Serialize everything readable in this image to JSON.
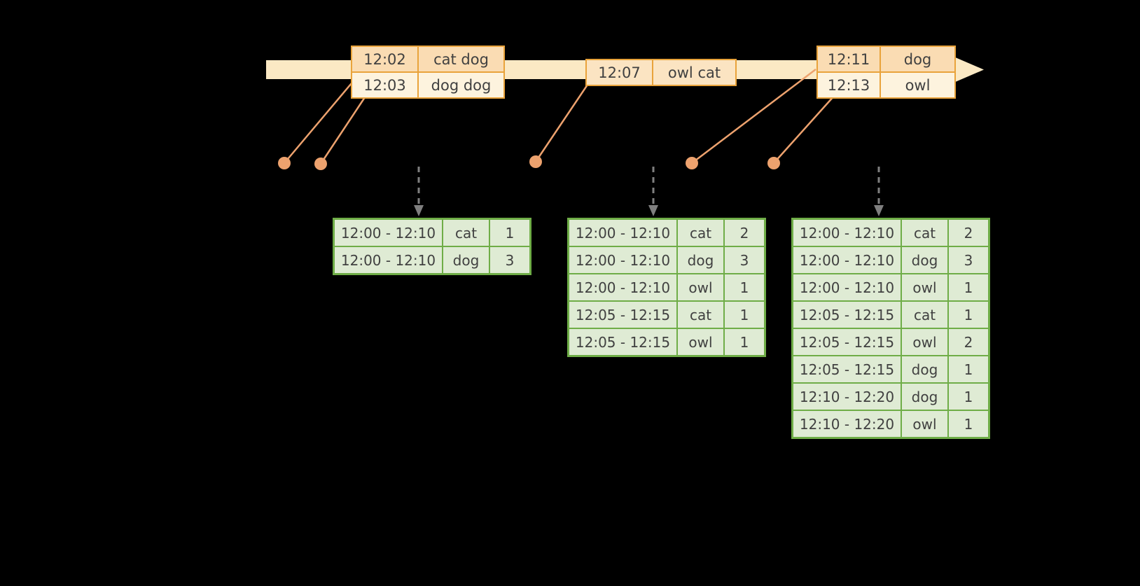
{
  "colors": {
    "background": "#000000",
    "timeline-fill": "#FBE9C4",
    "event-border": "#E9A33B",
    "event-fill-strong": "#FADCB3",
    "event-fill-medium": "#FBE4C2",
    "event-fill-light": "#FDF3DE",
    "connector": "#EDA26E",
    "dashed-arrow": "#7F7F7F",
    "result-border": "#6FAD47",
    "result-fill": "#DFEBD4",
    "text": "#404040"
  },
  "timeline": {
    "event_groups": [
      {
        "rows": [
          {
            "time": "12:02",
            "words": "cat dog"
          },
          {
            "time": "12:03",
            "words": "dog dog"
          }
        ]
      },
      {
        "rows": [
          {
            "time": "12:07",
            "words": "owl cat"
          }
        ]
      },
      {
        "rows": [
          {
            "time": "12:11",
            "words": "dog"
          },
          {
            "time": "12:13",
            "words": "owl"
          }
        ]
      }
    ]
  },
  "result_tables": [
    {
      "rows": [
        {
          "window": "12:00 - 12:10",
          "word": "cat",
          "count": "1"
        },
        {
          "window": "12:00 - 12:10",
          "word": "dog",
          "count": "3"
        }
      ]
    },
    {
      "rows": [
        {
          "window": "12:00 - 12:10",
          "word": "cat",
          "count": "2"
        },
        {
          "window": "12:00 - 12:10",
          "word": "dog",
          "count": "3"
        },
        {
          "window": "12:00 - 12:10",
          "word": "owl",
          "count": "1"
        },
        {
          "window": "12:05 - 12:15",
          "word": "cat",
          "count": "1"
        },
        {
          "window": "12:05 - 12:15",
          "word": "owl",
          "count": "1"
        }
      ]
    },
    {
      "rows": [
        {
          "window": "12:00 - 12:10",
          "word": "cat",
          "count": "2"
        },
        {
          "window": "12:00 - 12:10",
          "word": "dog",
          "count": "3"
        },
        {
          "window": "12:00 - 12:10",
          "word": "owl",
          "count": "1"
        },
        {
          "window": "12:05 - 12:15",
          "word": "cat",
          "count": "1"
        },
        {
          "window": "12:05 - 12:15",
          "word": "owl",
          "count": "2"
        },
        {
          "window": "12:05 - 12:15",
          "word": "dog",
          "count": "1"
        },
        {
          "window": "12:10 - 12:20",
          "word": "dog",
          "count": "1"
        },
        {
          "window": "12:10 - 12:20",
          "word": "owl",
          "count": "1"
        }
      ]
    }
  ]
}
